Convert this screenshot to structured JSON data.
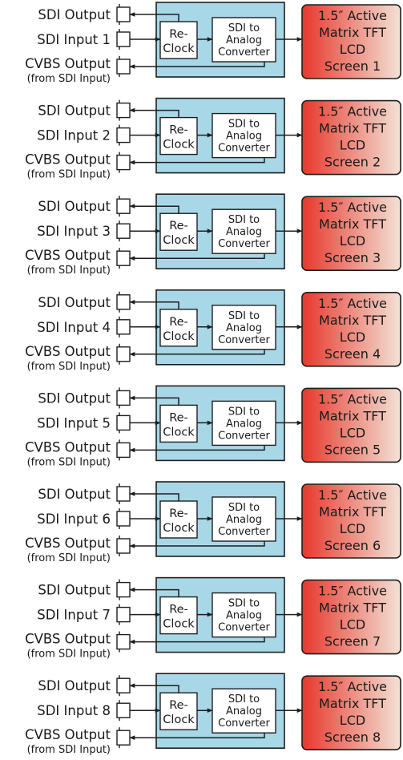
{
  "colors": {
    "block_fill": "#a8d8e8",
    "stroke": "#1e1e1e",
    "screen_gradient_left": "#e8372c",
    "screen_gradient_right": "#f3e2d6"
  },
  "channels": [
    {
      "sdi_output_label": "SDI Output",
      "sdi_input_label": "SDI Input 1",
      "cvbs_output_label": "CVBS Output",
      "cvbs_note": "(from SDI Input)",
      "reclock_line1": "Re-",
      "reclock_line2": "Clock",
      "converter_line1": "SDI to",
      "converter_line2": "Analog",
      "converter_line3": "Converter",
      "screen_line1": "1.5″ Active",
      "screen_line2": "Matrix TFT",
      "screen_line3": "LCD",
      "screen_line4": "Screen 1"
    },
    {
      "sdi_output_label": "SDI Output",
      "sdi_input_label": "SDI Input 2",
      "cvbs_output_label": "CVBS Output",
      "cvbs_note": "(from SDI Input)",
      "reclock_line1": "Re-",
      "reclock_line2": "Clock",
      "converter_line1": "SDI to",
      "converter_line2": "Analog",
      "converter_line3": "Converter",
      "screen_line1": "1.5″ Active",
      "screen_line2": "Matrix TFT",
      "screen_line3": "LCD",
      "screen_line4": "Screen 2"
    },
    {
      "sdi_output_label": "SDI Output",
      "sdi_input_label": "SDI Input 3",
      "cvbs_output_label": "CVBS Output",
      "cvbs_note": "(from SDI Input)",
      "reclock_line1": "Re-",
      "reclock_line2": "Clock",
      "converter_line1": "SDI to",
      "converter_line2": "Analog",
      "converter_line3": "Converter",
      "screen_line1": "1.5″ Active",
      "screen_line2": "Matrix TFT",
      "screen_line3": "LCD",
      "screen_line4": "Screen 3"
    },
    {
      "sdi_output_label": "SDI Output",
      "sdi_input_label": "SDI Input 4",
      "cvbs_output_label": "CVBS Output",
      "cvbs_note": "(from SDI Input)",
      "reclock_line1": "Re-",
      "reclock_line2": "Clock",
      "converter_line1": "SDI to",
      "converter_line2": "Analog",
      "converter_line3": "Converter",
      "screen_line1": "1.5″ Active",
      "screen_line2": "Matrix TFT",
      "screen_line3": "LCD",
      "screen_line4": "Screen 4"
    },
    {
      "sdi_output_label": "SDI Output",
      "sdi_input_label": "SDI Input 5",
      "cvbs_output_label": "CVBS Output",
      "cvbs_note": "(from SDI Input)",
      "reclock_line1": "Re-",
      "reclock_line2": "Clock",
      "converter_line1": "SDI to",
      "converter_line2": "Analog",
      "converter_line3": "Converter",
      "screen_line1": "1.5″ Active",
      "screen_line2": "Matrix TFT",
      "screen_line3": "LCD",
      "screen_line4": "Screen 5"
    },
    {
      "sdi_output_label": "SDI Output",
      "sdi_input_label": "SDI Input 6",
      "cvbs_output_label": "CVBS Output",
      "cvbs_note": "(from SDI Input)",
      "reclock_line1": "Re-",
      "reclock_line2": "Clock",
      "converter_line1": "SDI to",
      "converter_line2": "Analog",
      "converter_line3": "Converter",
      "screen_line1": "1.5″ Active",
      "screen_line2": "Matrix TFT",
      "screen_line3": "LCD",
      "screen_line4": "Screen 6"
    },
    {
      "sdi_output_label": "SDI Output",
      "sdi_input_label": "SDI Input 7",
      "cvbs_output_label": "CVBS Output",
      "cvbs_note": "(from SDI Input)",
      "reclock_line1": "Re-",
      "reclock_line2": "Clock",
      "converter_line1": "SDI to",
      "converter_line2": "Analog",
      "converter_line3": "Converter",
      "screen_line1": "1.5″ Active",
      "screen_line2": "Matrix TFT",
      "screen_line3": "LCD",
      "screen_line4": "Screen 7"
    },
    {
      "sdi_output_label": "SDI Output",
      "sdi_input_label": "SDI Input 8",
      "cvbs_output_label": "CVBS Output",
      "cvbs_note": "(from SDI Input)",
      "reclock_line1": "Re-",
      "reclock_line2": "Clock",
      "converter_line1": "SDI to",
      "converter_line2": "Analog",
      "converter_line3": "Converter",
      "screen_line1": "1.5″ Active",
      "screen_line2": "Matrix TFT",
      "screen_line3": "LCD",
      "screen_line4": "Screen 8"
    }
  ]
}
